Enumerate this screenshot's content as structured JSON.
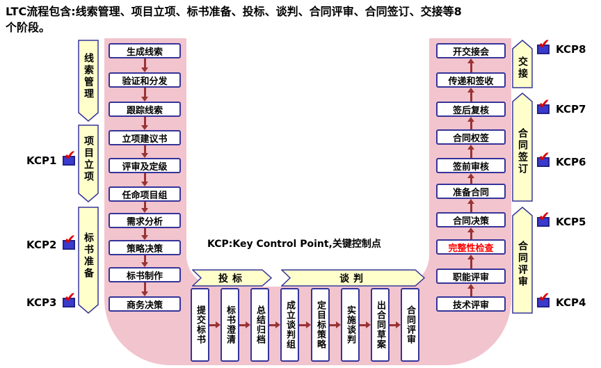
{
  "title": {
    "line1": "LTC流程包含:线索管理、项目立项、标书准备、投标、谈判、合同评审、合同签订、交接等8",
    "line2": "个阶段。"
  },
  "phases": {
    "left": [
      {
        "label": "线索管理"
      },
      {
        "label": "项目立项"
      },
      {
        "label": "标书准备"
      }
    ],
    "right": [
      {
        "label": "交接"
      },
      {
        "label": "合同签订"
      },
      {
        "label": "合同评审"
      }
    ]
  },
  "left_flow": [
    "生成线索",
    "验证和分发",
    "跟踪线索",
    "立项建议书",
    "评审及定级",
    "任命项目组",
    "需求分析",
    "策略决策",
    "标书制作",
    "商务决策"
  ],
  "bottom_flow": [
    "提交标书",
    "标书澄清",
    "总结归档",
    "成立谈判组",
    "定目标策略",
    "实施谈判",
    "出合同草案",
    "合同评审"
  ],
  "right_flow": [
    "开交接会",
    "传递和签收",
    "签后复核",
    "合同权签",
    "签前审核",
    "准备合同",
    "合同决策",
    "完整性检查",
    "职能评审",
    "技术评审"
  ],
  "banner_arrows": {
    "bid": "投标",
    "negotiation": "谈判"
  },
  "kcp_note": "KCP:Key Control Point,关键控制点",
  "kcp_markers": {
    "left": [
      "KCP1",
      "KCP2",
      "KCP3"
    ],
    "right": [
      "KCP8",
      "KCP7",
      "KCP6",
      "KCP5",
      "KCP4"
    ]
  },
  "colors": {
    "u_shape_pink": "#F2C4CE",
    "box_border_navy": "#333399",
    "phase_arrow_yellow": "#FFFFCC",
    "connector_dark_red": "#993333",
    "highlight_red": "#FF0000",
    "check_red": "#DD0000",
    "checkbox_blue": "#3A3ACC"
  }
}
